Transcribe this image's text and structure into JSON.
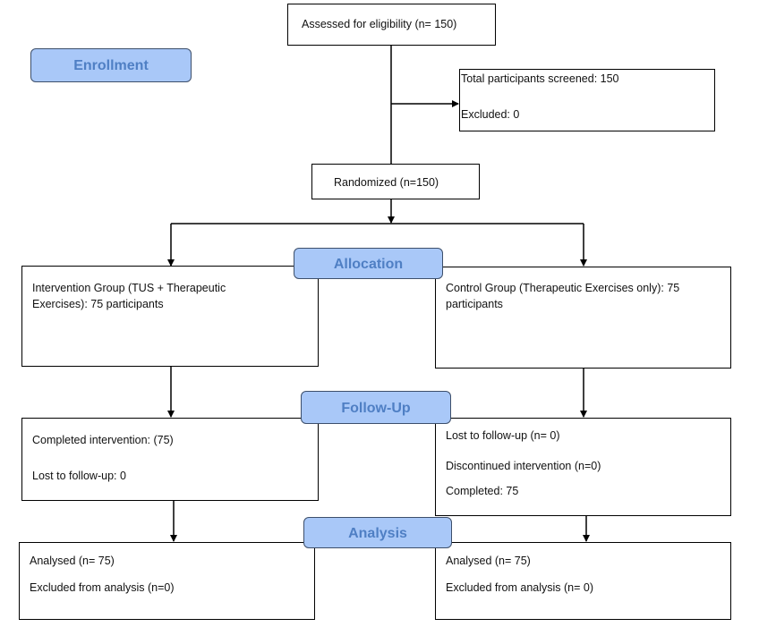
{
  "stages": {
    "enrollment": "Enrollment",
    "allocation": "Allocation",
    "follow_up": "Follow-Up",
    "analysis": "Analysis"
  },
  "enrollment": {
    "assessed": "Assessed for eligibility (n= 150)",
    "screened": "Total participants screened: 150",
    "excluded": "Excluded: 0",
    "randomized": "Randomized (n=150)"
  },
  "allocation": {
    "intervention": "Intervention Group (TUS + Therapeutic Exercises): 75 participants",
    "control": "Control Group (Therapeutic Exercises only): 75 participants"
  },
  "follow_up": {
    "intervention_completed": "Completed intervention: (75)",
    "intervention_lost": "Lost to follow-up: 0",
    "control_lost": "Lost to follow-up  (n= 0)",
    "control_discontinued": "Discontinued intervention  (n=0)",
    "control_completed": "Completed: 75"
  },
  "analysis": {
    "intervention_analysed": "Analysed  (n= 75)",
    "intervention_excluded": "Excluded from analysis  (n=0)",
    "control_analysed": "Analysed  (n= 75)",
    "control_excluded": "Excluded from analysis  (n= 0)"
  },
  "colors": {
    "stage_fill": "#a9c8f8",
    "stage_text": "#4f7fc4",
    "line": "#000000"
  }
}
